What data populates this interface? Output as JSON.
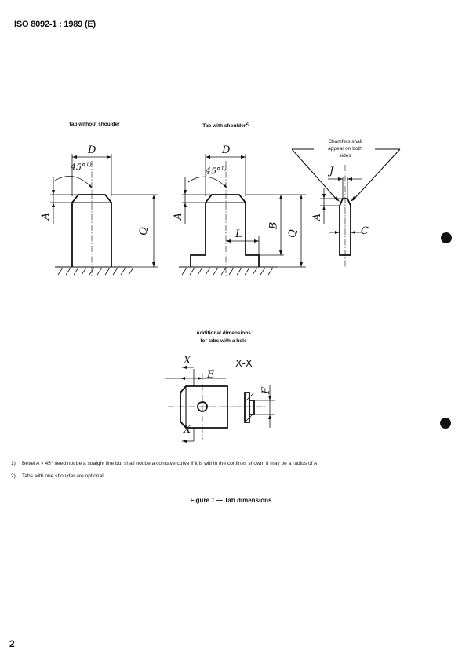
{
  "header": {
    "standard": "ISO 8092-1 : 1989 (E)"
  },
  "figure": {
    "captions": {
      "without_shoulder": "Tab without shoulder",
      "with_shoulder": "Tab with shoulder",
      "with_shoulder_ref": "2)",
      "chamfers": "Chamfers shall appear on both sides",
      "additional_line1": "Additional dimensions",
      "additional_line2": "for tabs with a hole"
    },
    "labels": {
      "D": "D",
      "A": "A",
      "Q": "Q",
      "B": "B",
      "L": "L",
      "J": "J",
      "C": "C",
      "E": "E",
      "F": "F",
      "X": "X",
      "XX": "X-X",
      "angle": "45°",
      "angle_ref": "1)"
    },
    "title": "Figure 1 — Tab dimensions"
  },
  "footnotes": [
    {
      "num": "1)",
      "text": "Bevel A × 45° need not be a straight line but shall not be a concave curve if it is within the confines shown; it may be a radius of A."
    },
    {
      "num": "2)",
      "text": "Tabs with one shoulder are optional."
    }
  ],
  "page_number": "2"
}
